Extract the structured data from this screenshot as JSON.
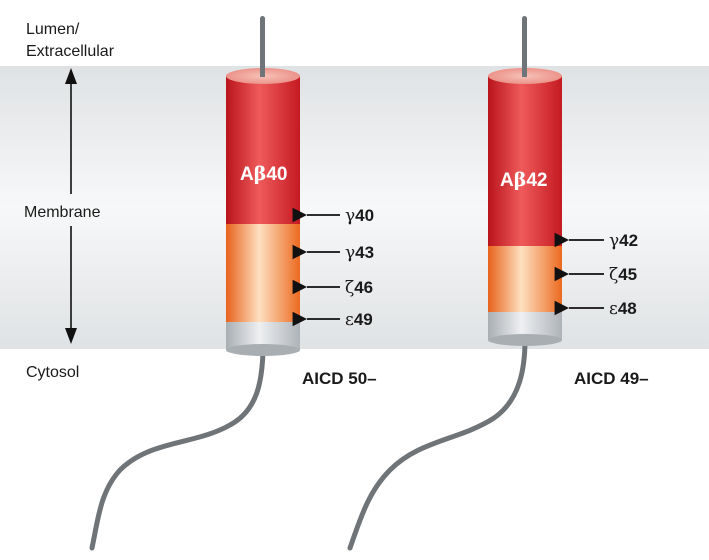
{
  "regions": {
    "lumen_line1": "Lumen/",
    "lumen_line2": "Extracellular",
    "membrane": "Membrane",
    "cytosol": "Cytosol"
  },
  "colors": {
    "red": "#d8242c",
    "orange": "#f08030",
    "grey": "#c8ccd0",
    "membrane_band": "#e4e7e9",
    "tail": "#6e7478"
  },
  "proteins": [
    {
      "peptide_prefix": "A",
      "peptide_beta": "β",
      "peptide_number": "40",
      "aicd": "AICD 50–",
      "cuts": [
        {
          "greek": "γ",
          "number": "40"
        },
        {
          "greek": "γ",
          "number": "43"
        },
        {
          "greek": "ζ",
          "number": "46"
        },
        {
          "greek": "ε",
          "number": "49"
        }
      ]
    },
    {
      "peptide_prefix": "A",
      "peptide_beta": "β",
      "peptide_number": "42",
      "aicd": "AICD 49–",
      "cuts": [
        {
          "greek": "γ",
          "number": "42"
        },
        {
          "greek": "ζ",
          "number": "45"
        },
        {
          "greek": "ε",
          "number": "48"
        }
      ]
    }
  ]
}
